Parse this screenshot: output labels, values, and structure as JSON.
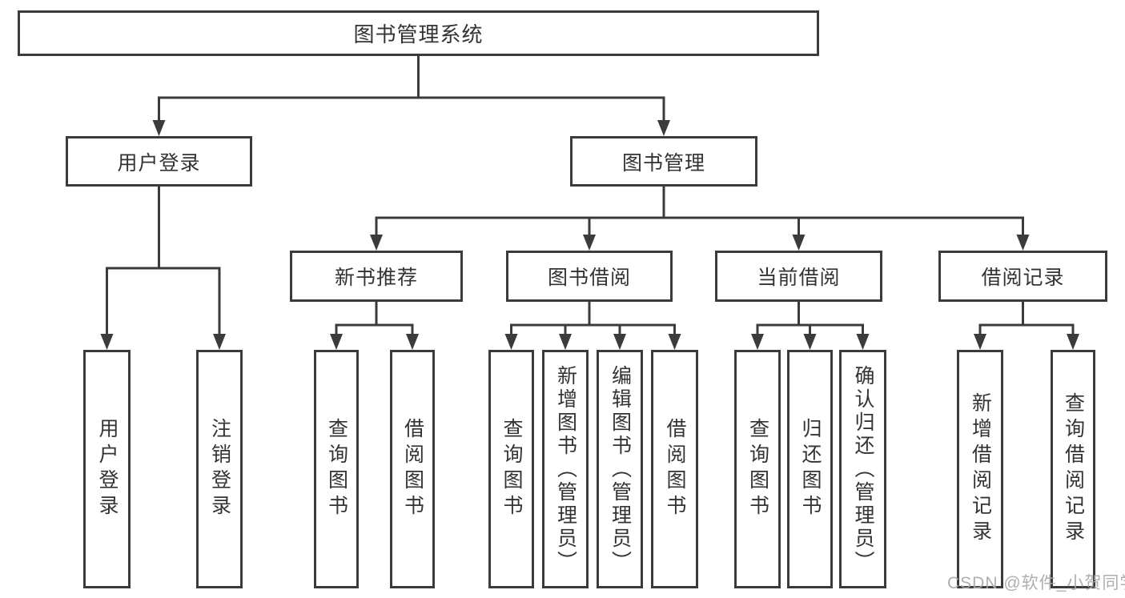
{
  "diagram": {
    "root": {
      "label": "图书管理系统"
    },
    "level1": [
      {
        "label": "用户登录"
      },
      {
        "label": "图书管理"
      }
    ],
    "level2": [
      {
        "label": "新书推荐"
      },
      {
        "label": "图书借阅"
      },
      {
        "label": "当前借阅"
      },
      {
        "label": "借阅记录"
      }
    ],
    "leaves": {
      "user_login": [
        {
          "label": "用户登录"
        },
        {
          "label": "注销登录"
        }
      ],
      "new_books": [
        {
          "label": "查询图书"
        },
        {
          "label": "借阅图书"
        }
      ],
      "book_borrow": [
        {
          "label": "查询图书"
        },
        {
          "label": "新增图书（管理员）"
        },
        {
          "label": "编辑图书（管理员）"
        },
        {
          "label": "借阅图书"
        }
      ],
      "current_borrow": [
        {
          "label": "查询图书"
        },
        {
          "label": "归还图书"
        },
        {
          "label": "确认归还（管理员）"
        }
      ],
      "borrow_records": [
        {
          "label": "新增借阅记录"
        },
        {
          "label": "查询借阅记录"
        }
      ]
    }
  },
  "watermark": {
    "text": "CSDN @软件_小贺同学"
  },
  "colors": {
    "line": "#3b3b3b",
    "text": "#333333",
    "background": "#ffffff",
    "watermark": "#a8a8a8"
  }
}
